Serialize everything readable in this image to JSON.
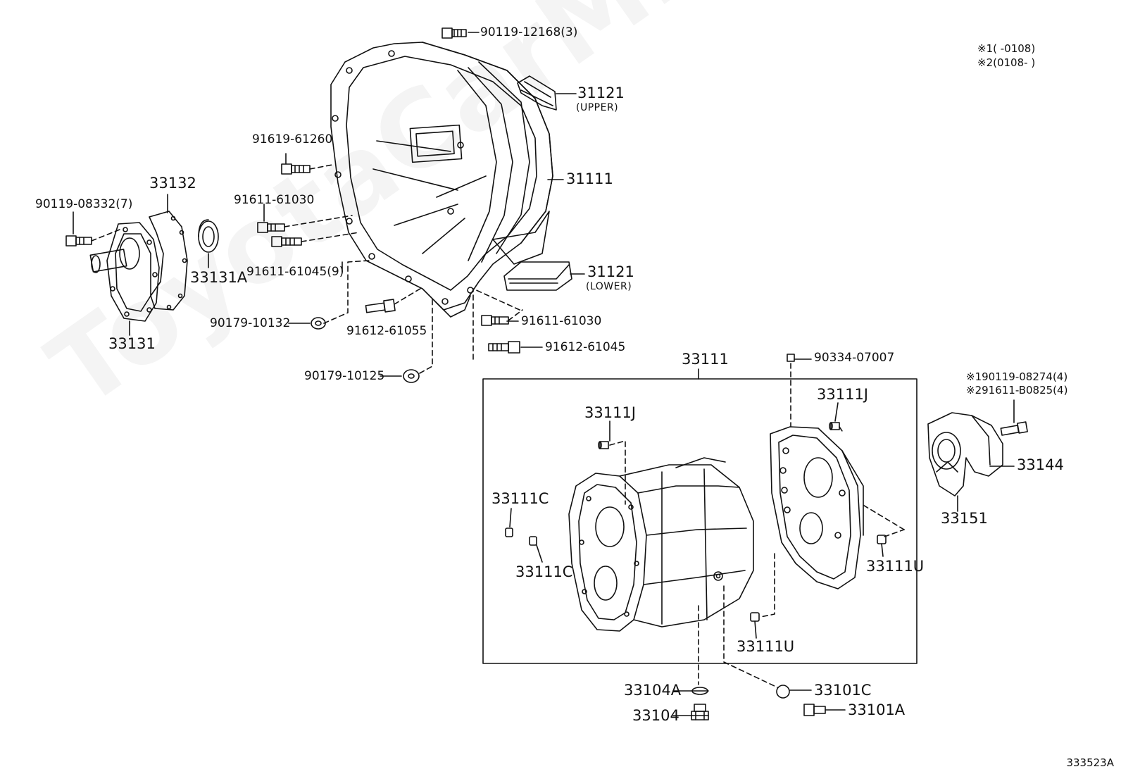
{
  "diagram": {
    "watermark": "ToyotaCarMine.ru",
    "notes": [
      "※1(     -0108)",
      "※2(0108-     )"
    ],
    "reference_number": "333523A",
    "parts": {
      "p90119_12168": "90119-12168(3)",
      "p31121_upper": "31121",
      "upper": "(UPPER)",
      "p91619_61260": "91619-61260",
      "p31111": "31111",
      "p33132": "33132",
      "p90119_08332": "90119-08332(7)",
      "p91611_61030_a": "91611-61030",
      "p33131a": "33131A",
      "p91611_61045": "91611-61045(9)",
      "p31121_lower": "31121",
      "lower": "(LOWER)",
      "p90179_10132": "90179-10132",
      "p91612_61055": "91612-61055",
      "p91611_61030_b": "91611-61030",
      "p33131": "33131",
      "p91612_61045": "91612-61045",
      "p90179_10125": "90179-10125",
      "p33111": "33111",
      "p90334_07007": "90334-07007",
      "p90119_08274": "※190119-08274(4)",
      "p91611_b0825": "※291611-B0825(4)",
      "p33111j_b": "33111J",
      "p33111j_a": "33111J",
      "p33144": "33144",
      "p33111c_a": "33111C",
      "p33151": "33151",
      "p33111c_b": "33111C",
      "p33111u_a": "33111U",
      "p33111u_b": "33111U",
      "p33104a": "33104A",
      "p33101c": "33101C",
      "p33104": "33104",
      "p33101a": "33101A"
    }
  }
}
